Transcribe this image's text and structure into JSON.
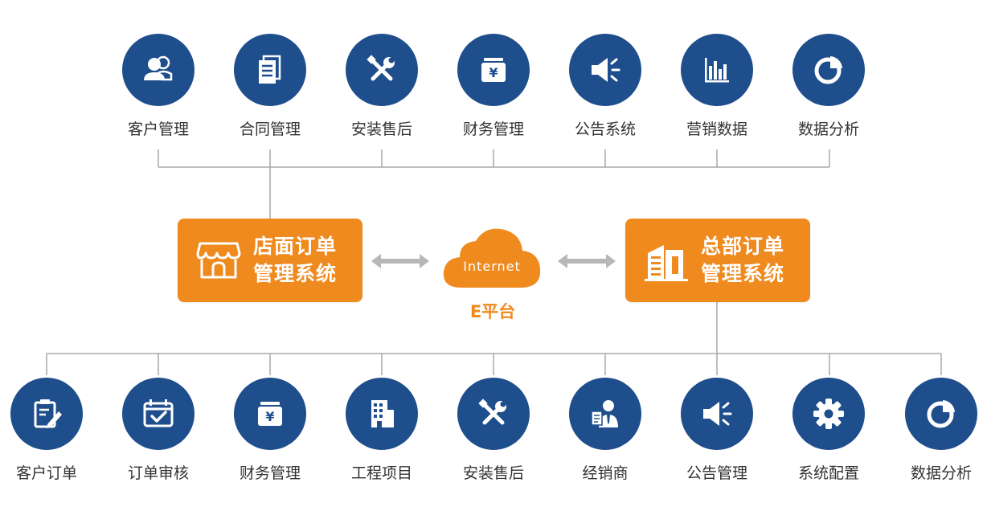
{
  "colors": {
    "node_blue": "#1f4e8c",
    "accent_orange": "#ef8a1f",
    "line_gray": "#a8a8a8",
    "arrow_gray": "#b7b7b7",
    "label_text": "#333333"
  },
  "top_modules": [
    {
      "label": "客户管理",
      "icon": "users-icon"
    },
    {
      "label": "合同管理",
      "icon": "document-icon"
    },
    {
      "label": "安装售后",
      "icon": "tools-icon"
    },
    {
      "label": "财务管理",
      "icon": "money-icon"
    },
    {
      "label": "公告系统",
      "icon": "megaphone-icon"
    },
    {
      "label": "营销数据",
      "icon": "bar-chart-icon"
    },
    {
      "label": "数据分析",
      "icon": "pie-chart-icon"
    }
  ],
  "store_system": {
    "line1": "店面订单",
    "line2": "管理系统",
    "icon": "storefront-icon"
  },
  "hq_system": {
    "line1": "总部订单",
    "line2": "管理系统",
    "icon": "office-building-icon"
  },
  "cloud": {
    "label": "Internet",
    "icon": "cloud-icon"
  },
  "platform_label": "E平台",
  "bottom_modules": [
    {
      "label": "客户订单",
      "icon": "clipboard-edit-icon"
    },
    {
      "label": "订单审核",
      "icon": "calendar-check-icon"
    },
    {
      "label": "财务管理",
      "icon": "money-icon"
    },
    {
      "label": "工程项目",
      "icon": "building-icon"
    },
    {
      "label": "安装售后",
      "icon": "tools-icon"
    },
    {
      "label": "经销商",
      "icon": "dealer-icon"
    },
    {
      "label": "公告管理",
      "icon": "megaphone-icon"
    },
    {
      "label": "系统配置",
      "icon": "gear-icon"
    },
    {
      "label": "数据分析",
      "icon": "pie-chart-icon"
    }
  ]
}
